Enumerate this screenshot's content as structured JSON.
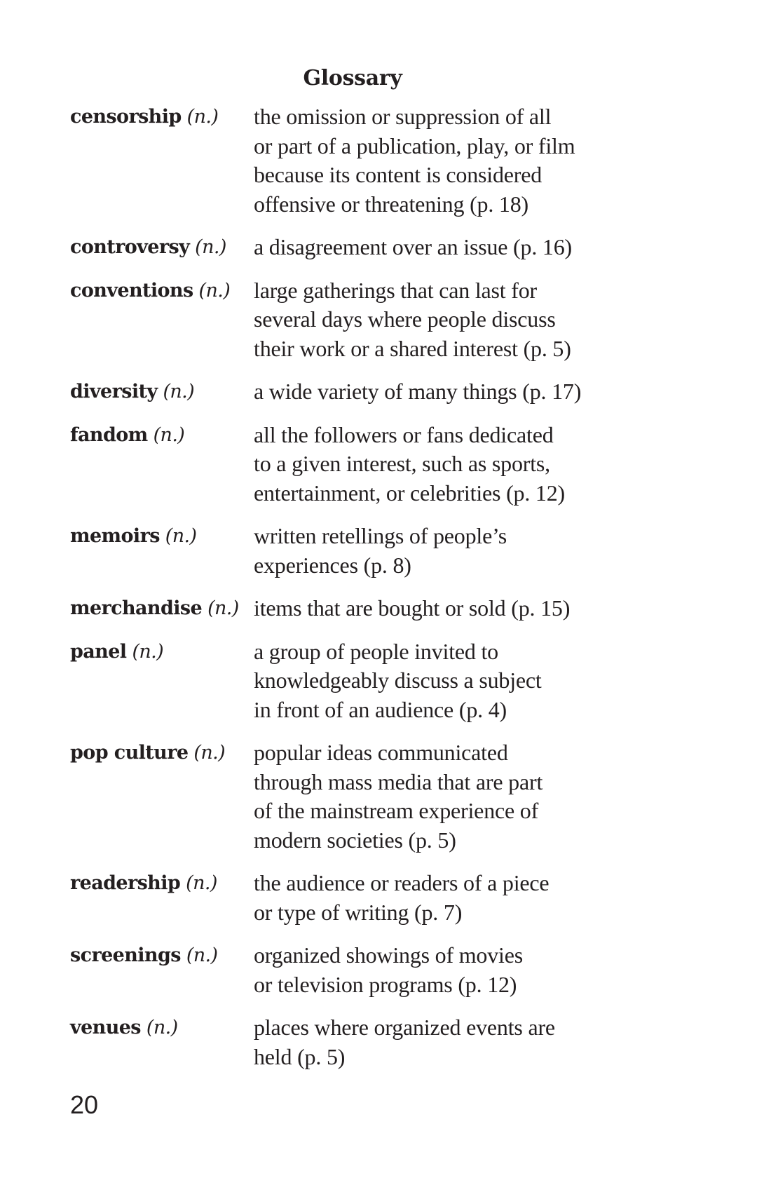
{
  "title": "Glossary",
  "entries": [
    {
      "term": "censorship",
      "pos": "(n.)",
      "lines": [
        "the omission or suppression of all",
        "or part of a publication, play, or film",
        "because its content is considered",
        "offensive or threatening (p. 18)"
      ]
    },
    {
      "term": "controversy",
      "pos": "(n.)",
      "lines": [
        "a disagreement over an issue (p. 16)"
      ]
    },
    {
      "term": "conventions",
      "pos": "(n.)",
      "lines": [
        "large gatherings that can last for",
        "several days where people discuss",
        "their work or a shared interest (p. 5)"
      ]
    },
    {
      "term": "diversity",
      "pos": "(n.)",
      "lines": [
        "a wide variety of many things (p. 17)"
      ]
    },
    {
      "term": "fandom",
      "pos": "(n.)",
      "lines": [
        "all the followers or fans dedicated",
        "to a given interest, such as sports,",
        "entertainment, or celebrities (p. 12)"
      ]
    },
    {
      "term": "memoirs",
      "pos": "(n.)",
      "lines": [
        "written retellings of people’s",
        "experiences (p. 8)"
      ]
    },
    {
      "term": "merchandise",
      "pos": "(n.)",
      "lines": [
        "items that are bought or sold (p. 15)"
      ]
    },
    {
      "term": "panel",
      "pos": "(n.)",
      "lines": [
        "a group of people invited to",
        "knowledgeably discuss a subject",
        "in front of an audience (p. 4)"
      ]
    },
    {
      "term": "pop culture",
      "pos": "(n.)",
      "lines": [
        "popular ideas communicated",
        "through mass media that are part",
        "of the mainstream experience of",
        "modern societies (p. 5)"
      ]
    },
    {
      "term": "readership",
      "pos": "(n.)",
      "lines": [
        "the audience or readers of a piece",
        "or type of writing (p. 7)"
      ]
    },
    {
      "term": "screenings",
      "pos": "(n.)",
      "lines": [
        "organized showings of movies",
        "or television programs (p. 12)"
      ]
    },
    {
      "term": "venues",
      "pos": "(n.)",
      "lines": [
        "places where organized events are",
        "held (p. 5)"
      ]
    }
  ],
  "page_number": "20"
}
